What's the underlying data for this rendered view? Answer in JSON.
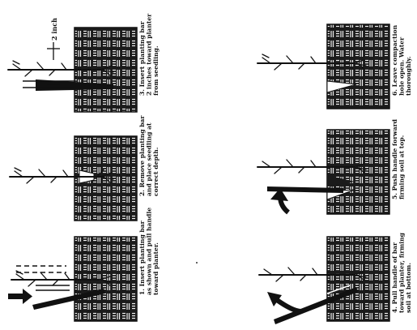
{
  "measure_label": "2 inch",
  "steps": [
    {
      "caption": [
        "1. Insert planting bar",
        "as shown and pull handle",
        "toward planter."
      ]
    },
    {
      "caption": [
        "2. Remove planting bar",
        "and place seedling at",
        "correct depth."
      ]
    },
    {
      "caption": [
        "3. Insert planting bar",
        "2 inches toward planter",
        "from seedling."
      ]
    },
    {
      "caption": [
        "4. Pull handle of bar",
        "toward planter, firming",
        "soil at bottom."
      ]
    },
    {
      "caption": [
        "5. Push handle forward",
        "firming soil at top."
      ]
    },
    {
      "caption": [
        "6. Leave compaction",
        "hole open. Water",
        "thoroughly."
      ]
    }
  ]
}
